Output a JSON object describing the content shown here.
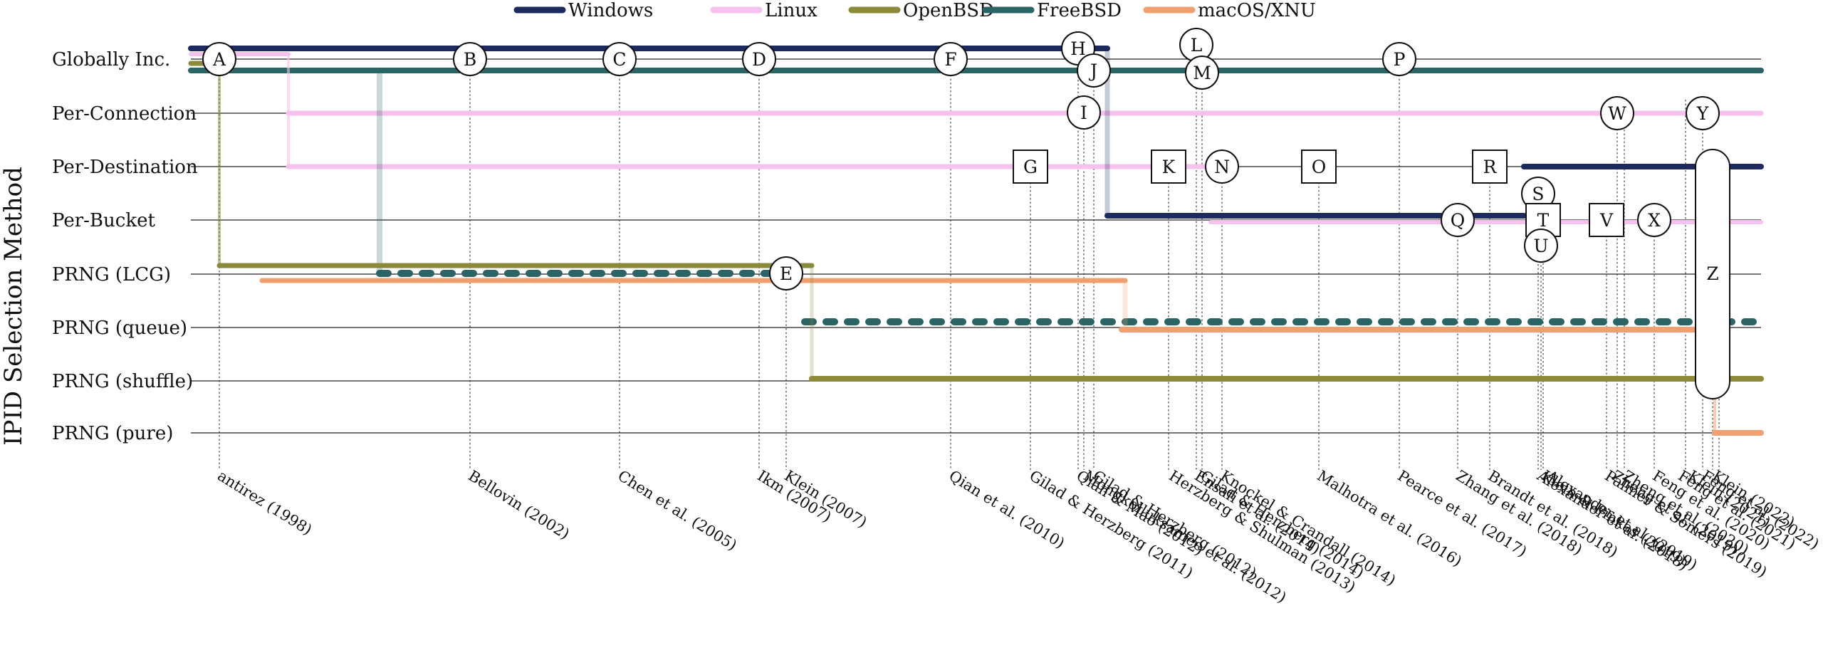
{
  "axis_title": "IPID Selection Method",
  "lanes": [
    "Globally Inc.",
    "Per-Connection",
    "Per-Destination",
    "Per-Bucket",
    "PRNG (LCG)",
    "PRNG (queue)",
    "PRNG (shuffle)",
    "PRNG (pure)"
  ],
  "legend": [
    {
      "name": "Windows",
      "color": "#1c2a5e"
    },
    {
      "name": "Linux",
      "color": "#f5c2ee"
    },
    {
      "name": "OpenBSD",
      "color": "#8a8a38"
    },
    {
      "name": "FreeBSD",
      "color": "#2a6464"
    },
    {
      "name": "macOS/XNU",
      "color": "#f0a070"
    }
  ],
  "nodes": [
    {
      "id": "A",
      "shape": "circle",
      "lane": "Globally Inc.",
      "paper": "antirez (1998)"
    },
    {
      "id": "B",
      "shape": "circle",
      "lane": "Globally Inc.",
      "paper": "Bellovin (2002)"
    },
    {
      "id": "C",
      "shape": "circle",
      "lane": "Globally Inc.",
      "paper": "Chen et al. (2005)"
    },
    {
      "id": "D",
      "shape": "circle",
      "lane": "Globally Inc.",
      "paper": "Ikm (2007)"
    },
    {
      "id": "E",
      "shape": "circle",
      "lane": "PRNG (LCG)",
      "paper": "Klein (2007)"
    },
    {
      "id": "F",
      "shape": "circle",
      "lane": "Globally Inc.",
      "paper": "Qian et al. (2010)"
    },
    {
      "id": "G",
      "shape": "square",
      "lane": "Per-Destination",
      "paper": "Gilad & Herzberg (2011)"
    },
    {
      "id": "H",
      "shape": "circle",
      "lane": "Globally Inc.",
      "paper": "Qian & Mao (2012)"
    },
    {
      "id": "I",
      "shape": "circle",
      "lane": "Per-Connection",
      "paper": "Mongkolluksamee et al. (2012)"
    },
    {
      "id": "J",
      "shape": "circle",
      "lane": "Globally Inc.",
      "paper": "Gilad & Herzberg (2012)"
    },
    {
      "id": "K",
      "shape": "square",
      "lane": "Per-Destination",
      "paper": "Herzberg & Shulman (2013)"
    },
    {
      "id": "L",
      "shape": "circle",
      "lane": "Globally Inc.",
      "paper": "Ensafi et al. (2014)"
    },
    {
      "id": "M",
      "shape": "circle",
      "lane": "Globally Inc.",
      "paper": "Gilad & Herzberg (2014)"
    },
    {
      "id": "N",
      "shape": "circle",
      "lane": "Per-Destination",
      "paper": "Knockel & Crandall (2014)"
    },
    {
      "id": "O",
      "shape": "square",
      "lane": "Per-Destination",
      "paper": "Malhotra et al. (2016)"
    },
    {
      "id": "P",
      "shape": "circle",
      "lane": "Globally Inc.",
      "paper": "Pearce et al. (2017)"
    },
    {
      "id": "Q",
      "shape": "circle",
      "lane": "Per-Bucket",
      "paper": "Zhang et al. (2018)"
    },
    {
      "id": "R",
      "shape": "square",
      "lane": "Per-Destination",
      "paper": "Brandt et al. (2018)"
    },
    {
      "id": "S",
      "shape": "circle",
      "lane": "Per-Bucket",
      "paper": "Alexander et al. (2018)"
    },
    {
      "id": "T",
      "shape": "square",
      "lane": "Per-Bucket",
      "paper": "Klein & Pinkas (2019)"
    },
    {
      "id": "U",
      "shape": "circle",
      "lane": "Per-Bucket",
      "paper": "Alexander et al. (2019)"
    },
    {
      "id": "V",
      "shape": "square",
      "lane": "Per-Bucket",
      "paper": "Palmer & Somers (2019)"
    },
    {
      "id": "W",
      "shape": "circle",
      "lane": "Per-Connection",
      "paper": "Zheng et al. (2019)"
    },
    {
      "id": "X",
      "shape": "circle",
      "lane": "Per-Bucket",
      "paper": "Feng et al. (2020)"
    },
    {
      "id": "Y",
      "shape": "circle",
      "lane": "Per-Connection",
      "paper": "Klein (2021)"
    },
    {
      "id": "Z",
      "shape": "capsule",
      "lane": "PRNG (LCG)",
      "paper": "Klein (2022)"
    }
  ],
  "extra_papers": [
    "Zheng et al. (2020)",
    "Feng et al. (2021)",
    "Feng et al. (2022)"
  ]
}
